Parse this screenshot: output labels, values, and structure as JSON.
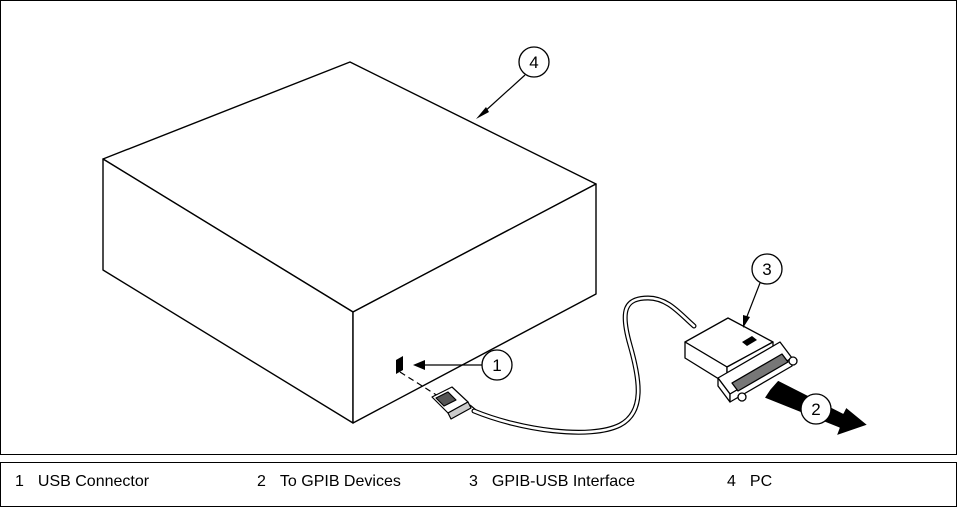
{
  "callouts": [
    {
      "num": "1",
      "label": "USB Connector"
    },
    {
      "num": "2",
      "label": "To GPIB Devices"
    },
    {
      "num": "3",
      "label": "GPIB-USB Interface"
    },
    {
      "num": "4",
      "label": "PC"
    }
  ]
}
